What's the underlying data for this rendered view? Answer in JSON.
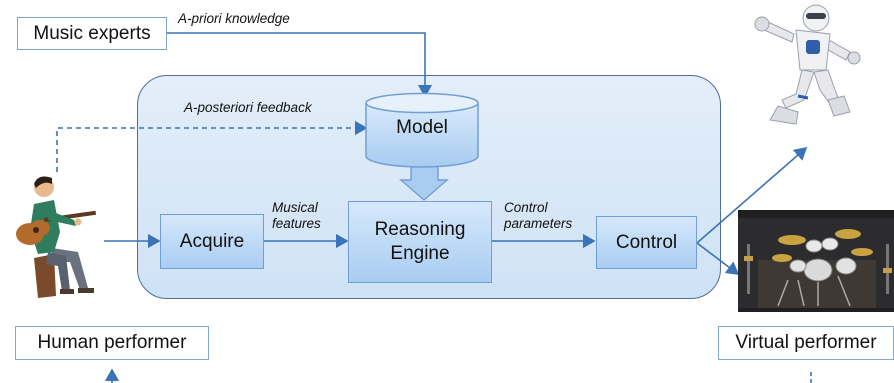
{
  "labels": {
    "music_experts": "Music experts",
    "human_performer": "Human performer",
    "virtual_performer": "Virtual performer"
  },
  "blocks": {
    "model": "Model",
    "acquire": "Acquire",
    "reasoning": [
      "Reasoning",
      "Engine"
    ],
    "control": "Control"
  },
  "annotations": {
    "a_priori": "A-priori knowledge",
    "a_posteriori": "A-posteriori feedback",
    "musical": [
      "Musical",
      "features"
    ],
    "control_params": [
      "Control",
      "parameters"
    ]
  },
  "colors": {
    "arrow": "#3a74b8",
    "block_border": "#6f9fd4",
    "container_border": "#4d6f99"
  },
  "icons": {
    "human": "guitarist-illustration",
    "robot": "humanoid-robot-illustration",
    "drums": "virtual-drumkit-illustration"
  }
}
